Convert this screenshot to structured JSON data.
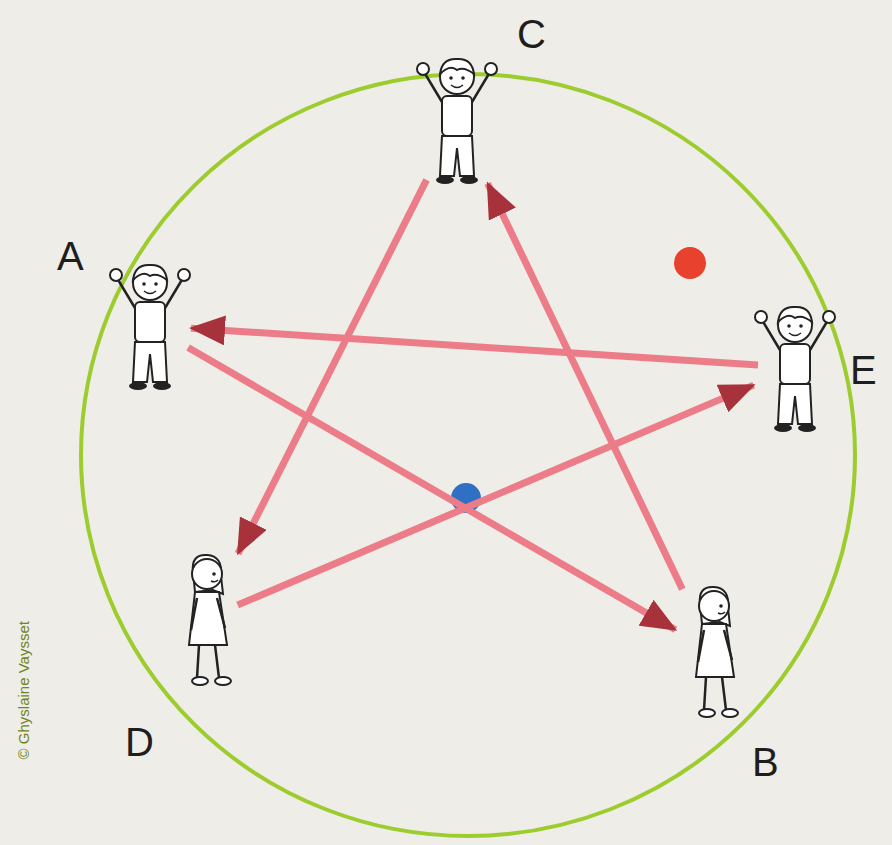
{
  "diagram": {
    "nodes": [
      {
        "text": [
          "C"
        ]
      },
      {
        "text": [
          "A"
        ]
      },
      {
        "text": [
          "E"
        ]
      },
      {
        "text": [
          "D"
        ]
      },
      {
        "text": [
          "B"
        ]
      }
    ],
    "edges": [
      {
        "from": 0,
        "to": 3,
        "arrow": "to"
      },
      {
        "from": 3,
        "to": 2,
        "arrow": "to"
      },
      {
        "from": 2,
        "to": 1,
        "arrow": "to"
      },
      {
        "from": 1,
        "to": 4,
        "arrow": "to"
      },
      {
        "from": 4,
        "to": 0,
        "arrow": "to"
      }
    ],
    "labels": [
      "© Ghyslaine Vaysset"
    ]
  }
}
